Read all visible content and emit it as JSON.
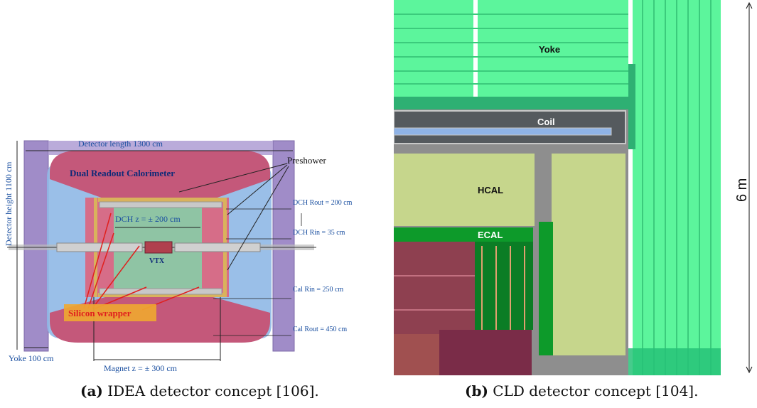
{
  "figure": {
    "panel_a": {
      "caption_label": "(a)",
      "caption_text": "IDEA detector concept [106].",
      "labels": {
        "detector_length": "Detector length 1300 cm",
        "detector_height": "Detector height 1100 cm",
        "dual_readout": "Dual Readout Calorimeter",
        "preshower": "Preshower",
        "dch_z": "DCH z = ± 200 cm",
        "vtx": "VTX",
        "dch_rout": "DCH Rout = 200 cm",
        "dch_rin": "DCH Rin  =   35 cm",
        "cal_rin": "Cal Rin  =  250 cm",
        "cal_rout": "Cal Rout = 450 cm",
        "silicon_wrapper": "Silicon wrapper",
        "yoke": "Yoke 100 cm",
        "magnet": "Magnet z = ± 300 cm"
      },
      "colors": {
        "yoke": "#9a86c4",
        "calorimeter": "#c25a78",
        "solenoid_region": "#8fb6e4",
        "dch": "#8fc7a8",
        "label_blue": "#1a4fa0",
        "silicon_box": "#f0a830",
        "silicon_text": "#e0201e"
      }
    },
    "panel_b": {
      "caption_label": "(b)",
      "caption_text": "CLD detector concept [104].",
      "labels": {
        "yoke": "Yoke",
        "coil": "Coil",
        "hcal": "HCAL",
        "ecal": "ECAL",
        "scale": "6 m"
      },
      "colors": {
        "yoke": "#5cf59c",
        "yoke_dark": "#2eb073",
        "coil": "#555a5e",
        "coil_core": "#8fb3e6",
        "hcal": "#c6d68c",
        "ecal": "#0d9a2a",
        "tracker": "#8e4050"
      }
    }
  }
}
